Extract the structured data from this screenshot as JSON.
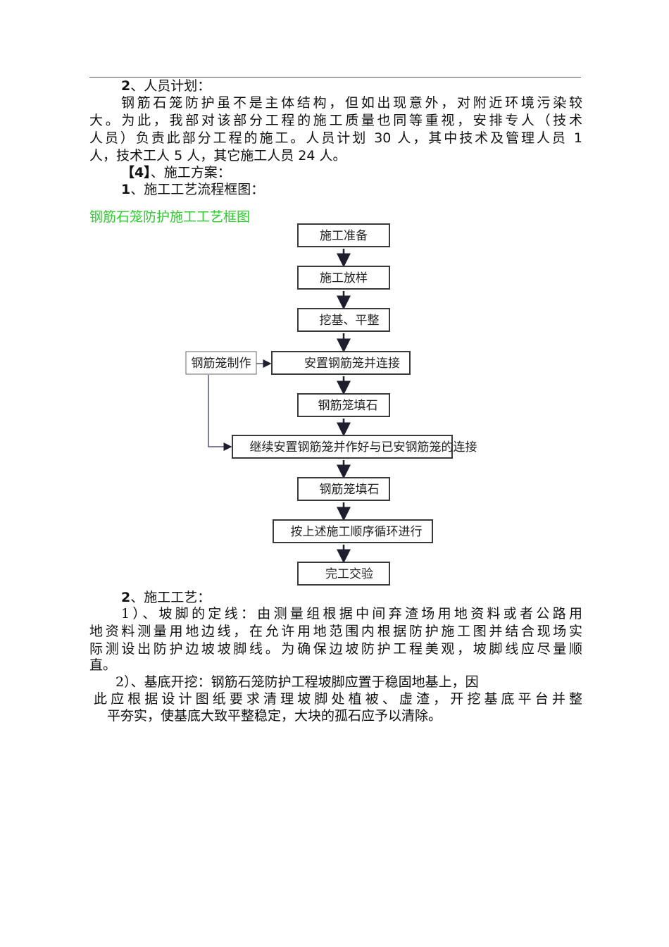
{
  "section_staff": {
    "heading_num": "2",
    "heading_text": "、人员计划：",
    "para1": "钢筋石笼防护虽不是主体结构，但如出现意外，对附近环境污染较",
    "para2": "大。为此，我部对该部分工程的施工质量也同等重视，安排专人（技术",
    "para3_a": "人员）负责此部分工程的施工。人员计划",
    "para3_n1": "30",
    "para3_b": "人，其中技术及管理人员",
    "para3_n2": "1",
    "para4_a": "人，技术工人",
    "para4_n1": "5",
    "para4_b": "人，其它施工人员",
    "para4_n2": "24",
    "para4_c": "人。"
  },
  "section_plan": {
    "heading_open": "【",
    "heading_num": "4",
    "heading_close": "】",
    "heading_text": "、施工方案：",
    "sub_num": "1",
    "sub_text": "、施工工艺流程框图："
  },
  "diagram": {
    "title": "钢筋石笼防护施工工艺框图",
    "steps": {
      "s1": "施工准备",
      "s2": "施工放样",
      "s3": "挖基、平整",
      "s4": "安置钢筋笼并连接",
      "s5": "钢筋笼填石",
      "s6": "继续安置钢筋笼并作好与已安钢筋笼的连接",
      "s7": "钢筋笼填石",
      "s8": "按上述施工顺序循环进行",
      "s9": "完工交验",
      "side": "钢筋笼制作"
    }
  },
  "section_craft": {
    "heading_num": "2",
    "heading_text": "、施工工艺：",
    "p1_l1": "1）、坡脚的定线：由测量组根据中间弃渣场用地资料或者公路用",
    "p1_l2": "地资料测量用地边线，在允许用地范围内根据防护施工图并结合现场实",
    "p1_l3": "际测设出防护边坡坡脚线。为确保边坡防护工程美观，坡脚线应尽量顺",
    "p1_l4": "直。",
    "p2_l1": "2）、基底开挖：钢筋石笼防护工程坡脚应置于稳固地基上，因",
    "p2_l2": "此应根据设计图纸要求清理坡脚处植被、虚渣，开挖基底平台并整",
    "p2_l3": "平夯实，使基底大致平整稳定，大块的孤石应予以清除。"
  }
}
